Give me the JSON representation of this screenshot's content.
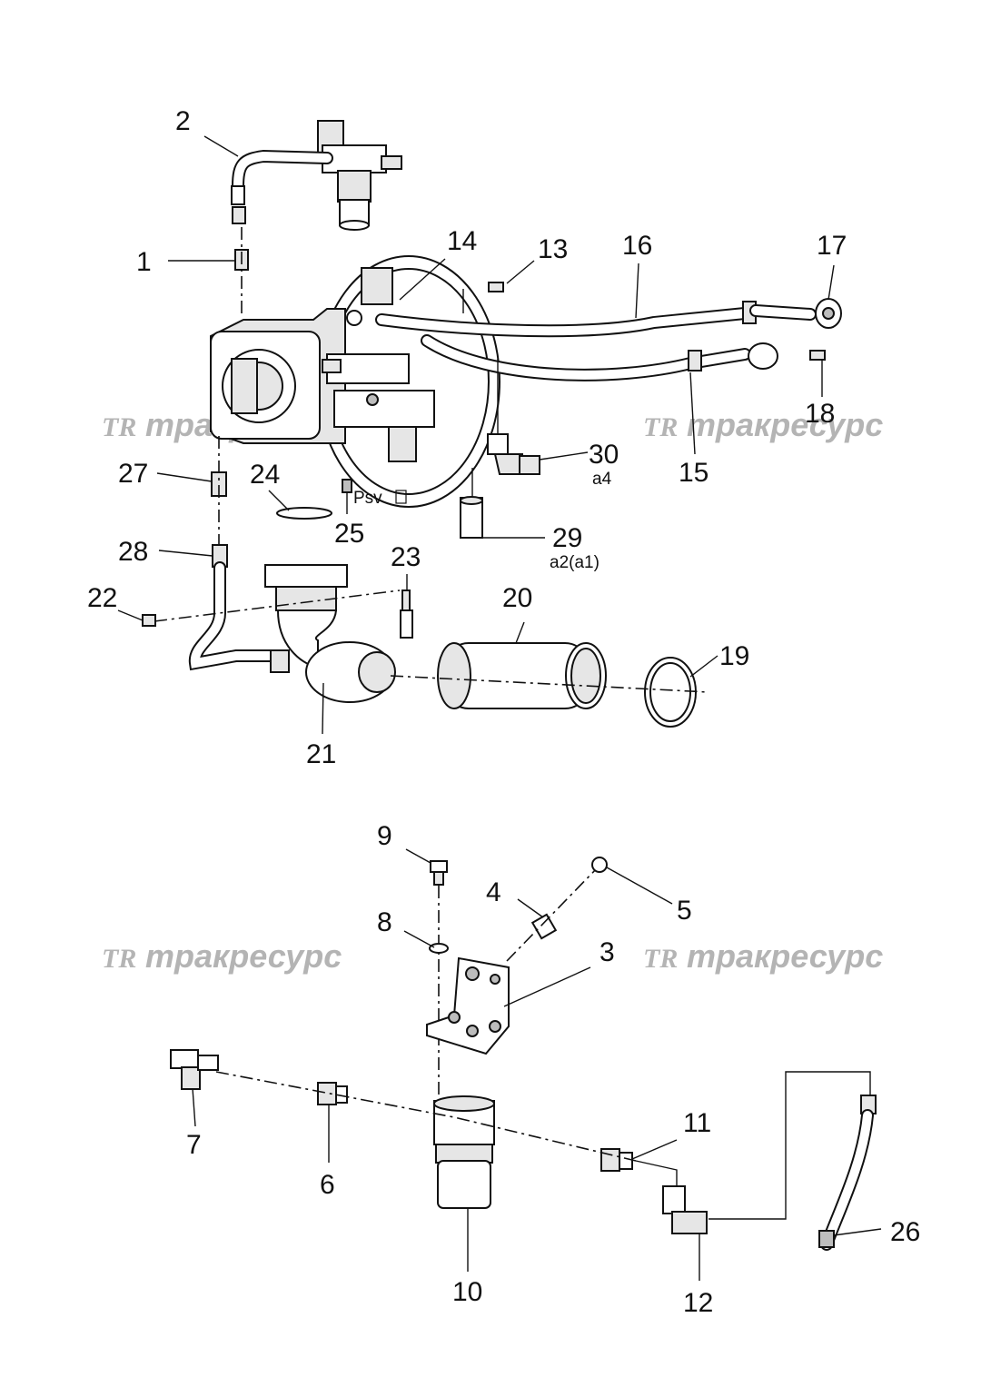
{
  "watermarks": [
    {
      "logo": "TR",
      "text": "тракресурс"
    },
    {
      "logo": "TR",
      "text": "тракресурс"
    },
    {
      "logo": "TR",
      "text": "тракресурс"
    },
    {
      "logo": "TR",
      "text": "тракресурс"
    }
  ],
  "parts": [
    {
      "num": "1"
    },
    {
      "num": "2"
    },
    {
      "num": "3"
    },
    {
      "num": "4"
    },
    {
      "num": "5"
    },
    {
      "num": "6"
    },
    {
      "num": "7"
    },
    {
      "num": "8"
    },
    {
      "num": "9"
    },
    {
      "num": "10"
    },
    {
      "num": "11"
    },
    {
      "num": "12"
    },
    {
      "num": "13"
    },
    {
      "num": "14"
    },
    {
      "num": "15"
    },
    {
      "num": "16"
    },
    {
      "num": "17"
    },
    {
      "num": "18"
    },
    {
      "num": "19"
    },
    {
      "num": "20"
    },
    {
      "num": "21"
    },
    {
      "num": "22"
    },
    {
      "num": "23"
    },
    {
      "num": "24"
    },
    {
      "num": "25"
    },
    {
      "num": "26"
    },
    {
      "num": "27"
    },
    {
      "num": "28"
    },
    {
      "num": "29"
    },
    {
      "num": "30"
    }
  ],
  "sub_labels": {
    "psv": "Psv",
    "port_29": "a2(a1)",
    "port_30": "a4"
  }
}
